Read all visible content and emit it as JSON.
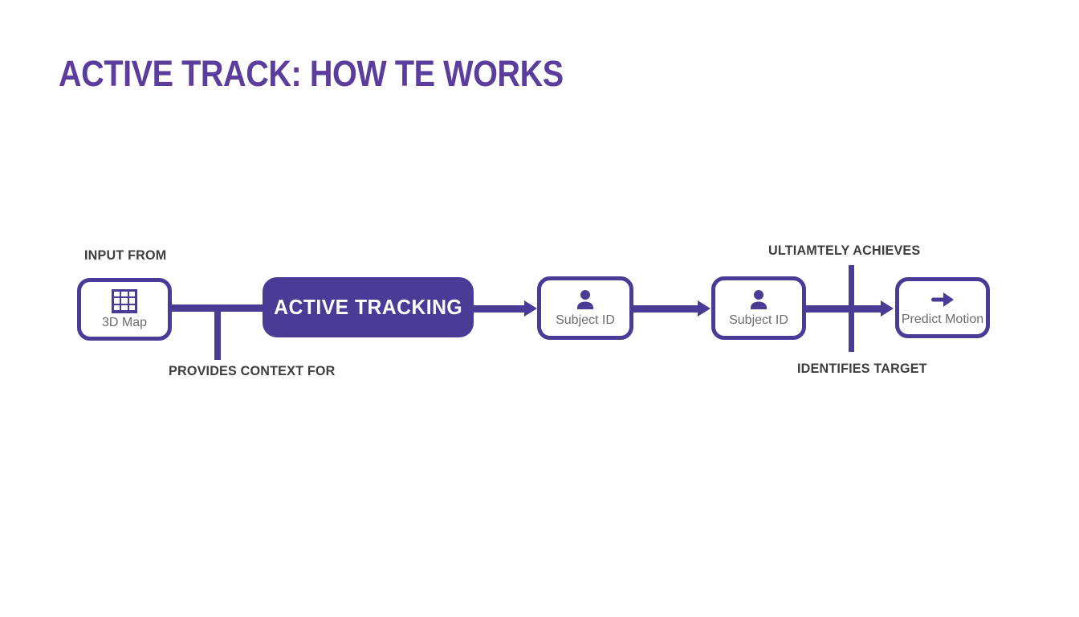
{
  "title": "ACTIVE TRACK: HOW TE WORKS",
  "colors": {
    "purple": "#4a3c96",
    "title_purple": "#5b3d9e",
    "label_dark": "#3d3d3d",
    "node_label_gray": "#6d6d6d",
    "background": "#ffffff"
  },
  "diagram": {
    "edge_labels": {
      "input_from": "INPUT FROM",
      "provides_context_for": "PROVIDES CONTEXT FOR",
      "ultiamtely_achieves": "ULTIAMTELY ACHIEVES",
      "identifies_target": "IDENTIFIES TARGET"
    },
    "nodes": [
      {
        "id": "3d-map",
        "label": "3D Map",
        "icon": "grid-icon",
        "type": "outlined"
      },
      {
        "id": "active-tracking",
        "label": "ACTIVE TRACKING",
        "icon": "none",
        "type": "filled"
      },
      {
        "id": "subject-id-1",
        "label": "Subject ID",
        "icon": "person-icon",
        "type": "outlined"
      },
      {
        "id": "subject-id-2",
        "label": "Subject ID",
        "icon": "person-icon",
        "type": "outlined"
      },
      {
        "id": "predict-motion",
        "label": "Predict Motion",
        "icon": "arrow-right-icon",
        "type": "outlined"
      }
    ]
  }
}
